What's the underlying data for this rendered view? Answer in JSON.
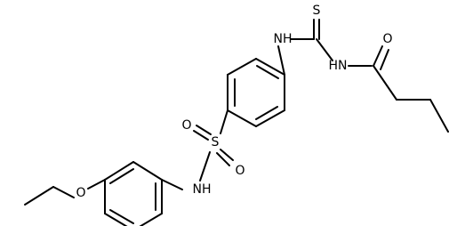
{
  "atom_labels": {
    "thioamide_nh": "NH",
    "thione_s": "S",
    "amide_nh": "HN",
    "carbonyl_o": "O",
    "sulfonyl_s": "S",
    "sulfonyl_o_left": "O",
    "sulfonyl_o_right": "O",
    "sulfonamide_nh": "NH",
    "ether_o": "O"
  }
}
